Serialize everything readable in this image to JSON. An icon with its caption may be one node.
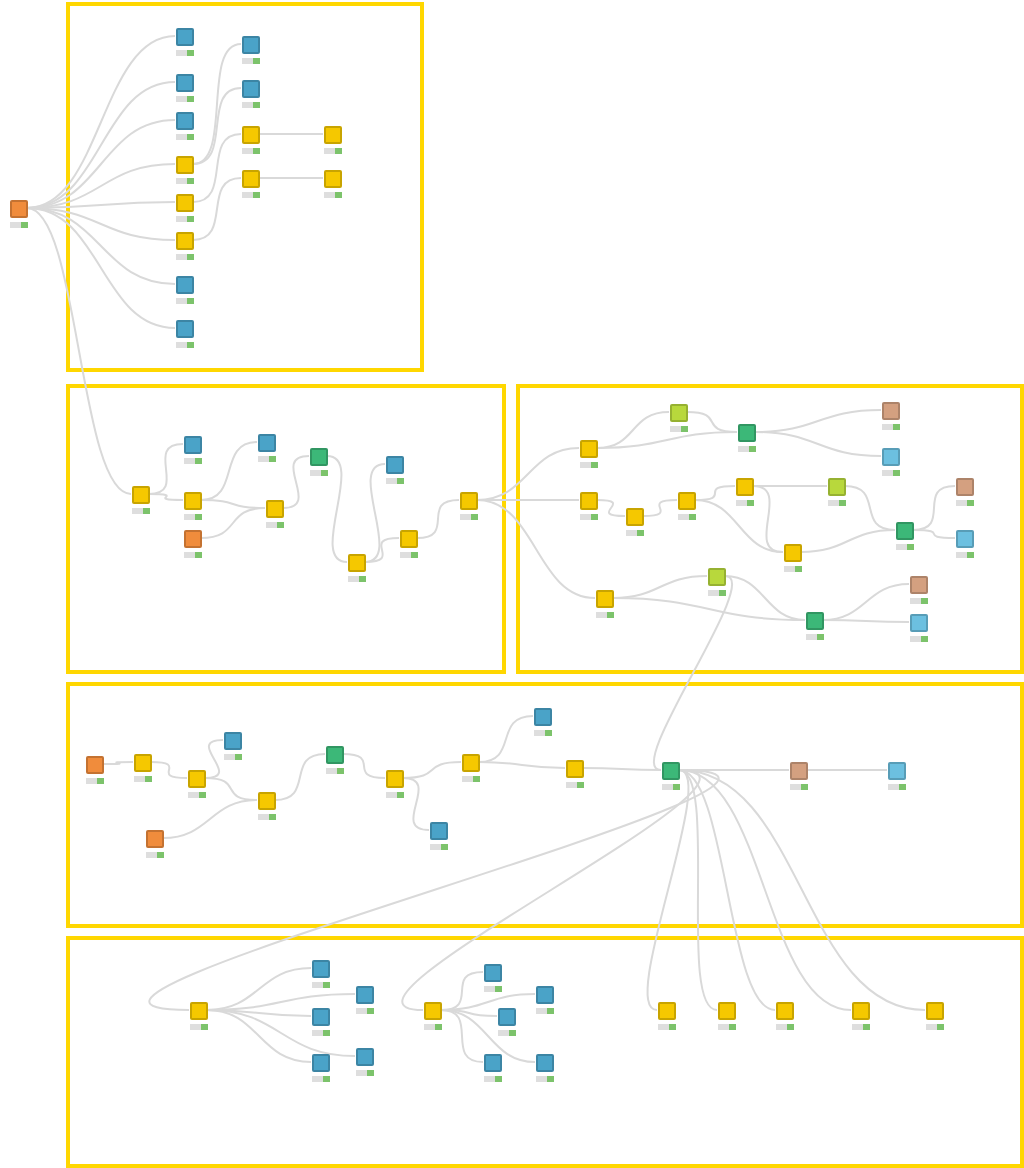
{
  "diagram": {
    "nodes": [
      {
        "text": [],
        "shape": "box"
      },
      {
        "text": [],
        "shape": "box"
      },
      {
        "text": [],
        "shape": "box"
      },
      {
        "text": [],
        "shape": "box"
      },
      {
        "text": [],
        "shape": "box"
      },
      {
        "text": [],
        "shape": "box"
      },
      {
        "text": [],
        "shape": "box"
      },
      {
        "text": [],
        "shape": "box"
      },
      {
        "text": [],
        "shape": "box"
      },
      {
        "text": [],
        "shape": "box"
      },
      {
        "text": [],
        "shape": "box"
      },
      {
        "text": [],
        "shape": "box"
      },
      {
        "text": [],
        "shape": "box"
      },
      {
        "text": [],
        "shape": "box"
      },
      {
        "text": [],
        "shape": "box"
      },
      {
        "text": [],
        "shape": "box"
      },
      {
        "text": [],
        "shape": "box"
      },
      {
        "text": [],
        "shape": "box"
      },
      {
        "text": [],
        "shape": "box"
      },
      {
        "text": [],
        "shape": "box"
      },
      {
        "text": [],
        "shape": "box"
      },
      {
        "text": [],
        "shape": "box"
      },
      {
        "text": [],
        "shape": "box"
      },
      {
        "text": [],
        "shape": "box"
      },
      {
        "text": [],
        "shape": "box"
      },
      {
        "text": [],
        "shape": "box"
      },
      {
        "text": [],
        "shape": "box"
      },
      {
        "text": [],
        "shape": "box"
      },
      {
        "text": [],
        "shape": "box"
      },
      {
        "text": [],
        "shape": "box"
      },
      {
        "text": [],
        "shape": "box"
      },
      {
        "text": [],
        "shape": "box"
      },
      {
        "text": [],
        "shape": "box"
      },
      {
        "text": [],
        "shape": "box"
      },
      {
        "text": [],
        "shape": "box"
      },
      {
        "text": [],
        "shape": "box"
      },
      {
        "text": [],
        "shape": "box"
      },
      {
        "text": [],
        "shape": "box"
      },
      {
        "text": [],
        "shape": "box"
      },
      {
        "text": [],
        "shape": "box"
      },
      {
        "text": [],
        "shape": "box"
      },
      {
        "text": [],
        "shape": "box"
      },
      {
        "text": [],
        "shape": "box"
      },
      {
        "text": [],
        "shape": "box"
      },
      {
        "text": [],
        "shape": "box"
      },
      {
        "text": [],
        "shape": "box"
      },
      {
        "text": [],
        "shape": "box"
      },
      {
        "text": [],
        "shape": "box"
      },
      {
        "text": [],
        "shape": "box"
      },
      {
        "text": [],
        "shape": "box"
      },
      {
        "text": [],
        "shape": "box"
      },
      {
        "text": [],
        "shape": "box"
      },
      {
        "text": [],
        "shape": "box"
      },
      {
        "text": [],
        "shape": "box"
      },
      {
        "text": [],
        "shape": "box"
      },
      {
        "text": [],
        "shape": "box"
      },
      {
        "text": [],
        "shape": "box"
      },
      {
        "text": [],
        "shape": "box"
      },
      {
        "text": [],
        "shape": "box"
      },
      {
        "text": [],
        "shape": "box"
      },
      {
        "text": [],
        "shape": "box"
      },
      {
        "text": [],
        "shape": "box"
      },
      {
        "text": [],
        "shape": "box"
      },
      {
        "text": [],
        "shape": "box"
      },
      {
        "text": [],
        "shape": "box"
      },
      {
        "text": [],
        "shape": "box"
      },
      {
        "text": [],
        "shape": "box"
      },
      {
        "text": [],
        "shape": "box"
      },
      {
        "text": [],
        "shape": "box"
      },
      {
        "text": [],
        "shape": "box"
      },
      {
        "text": [],
        "shape": "box"
      },
      {
        "text": [],
        "shape": "box"
      },
      {
        "text": [],
        "shape": "box"
      },
      {
        "text": [],
        "shape": "box"
      },
      {
        "text": [],
        "shape": "box"
      },
      {
        "text": [],
        "shape": "box"
      },
      {
        "text": [],
        "shape": "box"
      }
    ],
    "edges": [
      {
        "from": 0,
        "to": 1,
        "arrow": "none"
      },
      {
        "from": 0,
        "to": 2,
        "arrow": "none"
      },
      {
        "from": 0,
        "to": 3,
        "arrow": "none"
      },
      {
        "from": 0,
        "to": 4,
        "arrow": "none"
      },
      {
        "from": 0,
        "to": 5,
        "arrow": "none"
      },
      {
        "from": 0,
        "to": 6,
        "arrow": "none"
      },
      {
        "from": 0,
        "to": 7,
        "arrow": "none"
      },
      {
        "from": 0,
        "to": 8,
        "arrow": "none"
      },
      {
        "from": 4,
        "to": 9,
        "arrow": "none"
      },
      {
        "from": 4,
        "to": 10,
        "arrow": "none"
      },
      {
        "from": 5,
        "to": 11,
        "arrow": "none"
      },
      {
        "from": 6,
        "to": 12,
        "arrow": "none"
      },
      {
        "from": 11,
        "to": 13,
        "arrow": "none"
      },
      {
        "from": 12,
        "to": 14,
        "arrow": "none"
      },
      {
        "from": 0,
        "to": 15,
        "arrow": "none"
      },
      {
        "from": 15,
        "to": 16,
        "arrow": "none"
      },
      {
        "from": 15,
        "to": 18,
        "arrow": "none"
      },
      {
        "from": 16,
        "to": 19,
        "arrow": "none"
      },
      {
        "from": 16,
        "to": 20,
        "arrow": "none"
      },
      {
        "from": 17,
        "to": 20,
        "arrow": "none"
      },
      {
        "from": 20,
        "to": 21,
        "arrow": "none"
      },
      {
        "from": 21,
        "to": 22,
        "arrow": "none"
      },
      {
        "from": 22,
        "to": 23,
        "arrow": "none"
      },
      {
        "from": 22,
        "to": 24,
        "arrow": "none"
      },
      {
        "from": 24,
        "to": 25,
        "arrow": "none"
      },
      {
        "from": 25,
        "to": 26,
        "arrow": "none"
      },
      {
        "from": 25,
        "to": 27,
        "arrow": "none"
      },
      {
        "from": 25,
        "to": 30,
        "arrow": "none"
      },
      {
        "from": 26,
        "to": 31,
        "arrow": "none"
      },
      {
        "from": 26,
        "to": 32,
        "arrow": "none"
      },
      {
        "from": 31,
        "to": 32,
        "arrow": "none"
      },
      {
        "from": 32,
        "to": 33,
        "arrow": "none"
      },
      {
        "from": 32,
        "to": 34,
        "arrow": "none"
      },
      {
        "from": 27,
        "to": 28,
        "arrow": "none"
      },
      {
        "from": 28,
        "to": 29,
        "arrow": "none"
      },
      {
        "from": 29,
        "to": 35,
        "arrow": "none"
      },
      {
        "from": 29,
        "to": 36,
        "arrow": "none"
      },
      {
        "from": 35,
        "to": 37,
        "arrow": "none"
      },
      {
        "from": 35,
        "to": 36,
        "arrow": "none"
      },
      {
        "from": 37,
        "to": 38,
        "arrow": "none"
      },
      {
        "from": 36,
        "to": 38,
        "arrow": "none"
      },
      {
        "from": 38,
        "to": 39,
        "arrow": "none"
      },
      {
        "from": 38,
        "to": 40,
        "arrow": "none"
      },
      {
        "from": 30,
        "to": 41,
        "arrow": "none"
      },
      {
        "from": 30,
        "to": 42,
        "arrow": "none"
      },
      {
        "from": 41,
        "to": 42,
        "arrow": "none"
      },
      {
        "from": 42,
        "to": 43,
        "arrow": "none"
      },
      {
        "from": 42,
        "to": 44,
        "arrow": "none"
      },
      {
        "from": 41,
        "to": 57,
        "arrow": "none"
      },
      {
        "from": 45,
        "to": 46,
        "arrow": "none"
      },
      {
        "from": 46,
        "to": 47,
        "arrow": "none"
      },
      {
        "from": 47,
        "to": 48,
        "arrow": "none"
      },
      {
        "from": 47,
        "to": 49,
        "arrow": "none"
      },
      {
        "from": 50,
        "to": 49,
        "arrow": "none"
      },
      {
        "from": 49,
        "to": 51,
        "arrow": "none"
      },
      {
        "from": 51,
        "to": 52,
        "arrow": "none"
      },
      {
        "from": 52,
        "to": 53,
        "arrow": "none"
      },
      {
        "from": 52,
        "to": 54,
        "arrow": "none"
      },
      {
        "from": 54,
        "to": 55,
        "arrow": "none"
      },
      {
        "from": 54,
        "to": 56,
        "arrow": "none"
      },
      {
        "from": 56,
        "to": 57,
        "arrow": "none"
      },
      {
        "from": 57,
        "to": 58,
        "arrow": "none"
      },
      {
        "from": 58,
        "to": 59,
        "arrow": "none"
      },
      {
        "from": 57,
        "to": 60,
        "arrow": "none"
      },
      {
        "from": 57,
        "to": 66,
        "arrow": "none"
      },
      {
        "from": 57,
        "to": 72,
        "arrow": "none"
      },
      {
        "from": 57,
        "to": 73,
        "arrow": "none"
      },
      {
        "from": 57,
        "to": 74,
        "arrow": "none"
      },
      {
        "from": 57,
        "to": 75,
        "arrow": "none"
      },
      {
        "from": 57,
        "to": 76,
        "arrow": "none"
      },
      {
        "from": 60,
        "to": 61,
        "arrow": "none"
      },
      {
        "from": 60,
        "to": 62,
        "arrow": "none"
      },
      {
        "from": 60,
        "to": 63,
        "arrow": "none"
      },
      {
        "from": 60,
        "to": 64,
        "arrow": "none"
      },
      {
        "from": 60,
        "to": 65,
        "arrow": "none"
      },
      {
        "from": 66,
        "to": 67,
        "arrow": "none"
      },
      {
        "from": 66,
        "to": 68,
        "arrow": "none"
      },
      {
        "from": 66,
        "to": 69,
        "arrow": "none"
      },
      {
        "from": 66,
        "to": 70,
        "arrow": "none"
      },
      {
        "from": 66,
        "to": 71,
        "arrow": "none"
      }
    ]
  }
}
